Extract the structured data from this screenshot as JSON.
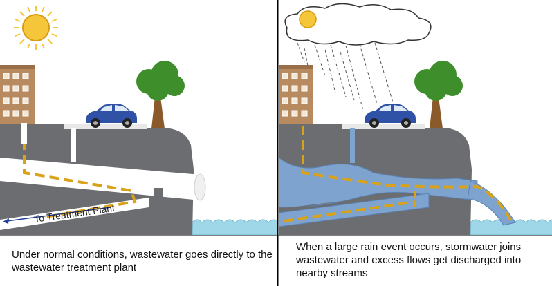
{
  "diagram": {
    "left_panel": {
      "caption": "Under normal conditions, wastewater goes directly to the wastewater treatment plant",
      "pipe_label": "To Treatment Plant"
    },
    "right_panel": {
      "caption": "When a large rain event occurs, stormwater joins wastewater and excess flows get discharged into nearby streams"
    },
    "colors": {
      "ground": "#6b6d70",
      "pipe": "#ffffff",
      "wastewater_dash": "#d8a21b",
      "stormwater": "#7ea3cf",
      "stream": "#9fd7e8",
      "sun": "#f5c63a",
      "building": "#b78a60",
      "car": "#2f51a6",
      "tree_canopy": "#3e8f2c",
      "tree_trunk": "#8a5a2b",
      "divider": "#000000"
    }
  }
}
